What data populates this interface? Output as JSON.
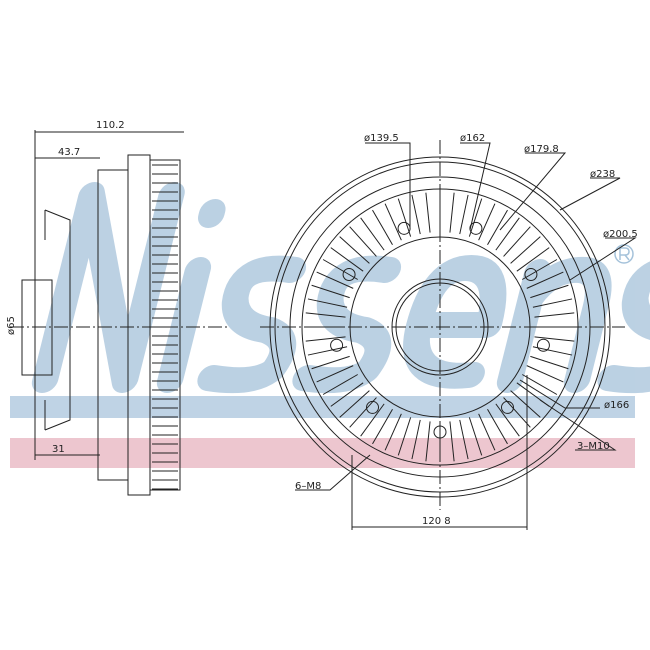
{
  "watermark": {
    "text": "Nissens",
    "mark": "®",
    "blue": "#a9c4dc",
    "pink": "#e7b3bf"
  },
  "side_view": {
    "width_total": "110.2",
    "width_hub": "43.7",
    "diameter_shaft": "ø65",
    "offset": "31"
  },
  "front_view": {
    "d1": "ø139.5",
    "d2": "ø162",
    "d3": "ø179.8",
    "d4": "ø238",
    "d5": "ø200.5",
    "d6": "ø166",
    "thread_a": "3–M10",
    "thread_b": "6–M8",
    "span": "120 8"
  }
}
